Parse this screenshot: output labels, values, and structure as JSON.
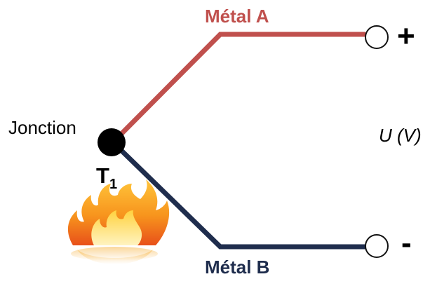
{
  "labels": {
    "metal_a": "Métal A",
    "metal_b": "Métal B",
    "junction": "Jonction",
    "temperature": "T",
    "temperature_sub": "1",
    "voltage": "U (V)",
    "plus": "+",
    "minus": "-"
  },
  "colors": {
    "metal_a": "#c0504d",
    "metal_b": "#1f2d4d",
    "junction_dot": "#000000",
    "flame_outer": "#f7941d",
    "flame_inner": "#ffd23f"
  },
  "icons": {
    "flame": "flame-icon",
    "terminal": "terminal-circle-icon"
  }
}
